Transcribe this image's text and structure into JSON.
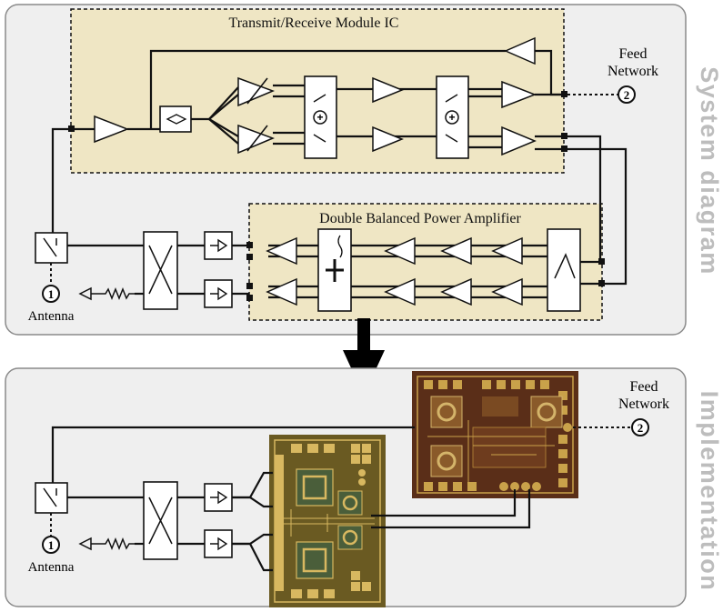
{
  "system": {
    "side_label": "System diagram",
    "trm_title": "Transmit/Receive Module IC",
    "pa_title": "Double Balanced Power Amplifier",
    "feed_line1": "Feed",
    "feed_line2": "Network",
    "feed_port": "2",
    "antenna_port": "1",
    "antenna_label": "Antenna"
  },
  "implementation": {
    "side_label": "Implementation",
    "feed_line1": "Feed",
    "feed_line2": "Network",
    "feed_port": "2",
    "antenna_port": "1",
    "antenna_label": "Antenna"
  },
  "colors": {
    "panel_bg": "#efefef",
    "ic_fill": "#efe6c4",
    "side_text": "#bdbdbd",
    "chip_dark": "#5a2e18",
    "chip_gold": "#c9a24a"
  }
}
